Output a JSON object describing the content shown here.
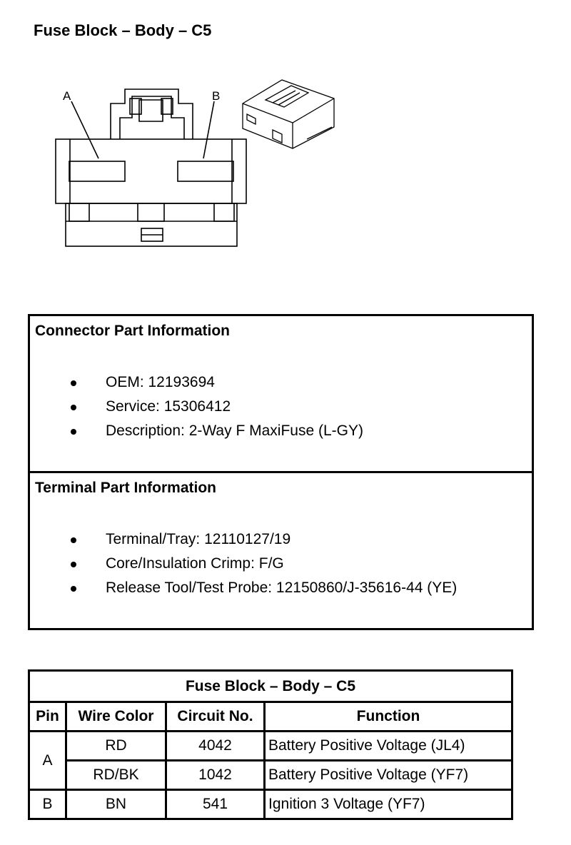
{
  "title": "Fuse Block – Body – C5",
  "diagram": {
    "label_a": "A",
    "label_b": "B"
  },
  "connector_info": {
    "heading": "Connector Part Information",
    "items": [
      "OEM: 12193694",
      "Service: 15306412",
      "Description: 2-Way F MaxiFuse (L-GY)"
    ]
  },
  "terminal_info": {
    "heading": "Terminal Part Information",
    "items": [
      "Terminal/Tray: 12110127/19",
      "Core/Insulation Crimp: F/G",
      "Release Tool/Test Probe: 12150860/J-35616-44 (YE)"
    ]
  },
  "pin_table": {
    "caption": "Fuse Block – Body – C5",
    "headers": {
      "pin": "Pin",
      "wire_color": "Wire Color",
      "circuit": "Circuit No.",
      "function": "Function"
    },
    "rows": [
      {
        "pin": "A",
        "wire_color": "RD",
        "circuit": "4042",
        "function": "Battery Positive Voltage (JL4)"
      },
      {
        "pin": "",
        "wire_color": "RD/BK",
        "circuit": "1042",
        "function": "Battery Positive Voltage (YF7)"
      },
      {
        "pin": "B",
        "wire_color": "BN",
        "circuit": "541",
        "function": "Ignition 3 Voltage (YF7)"
      }
    ]
  }
}
